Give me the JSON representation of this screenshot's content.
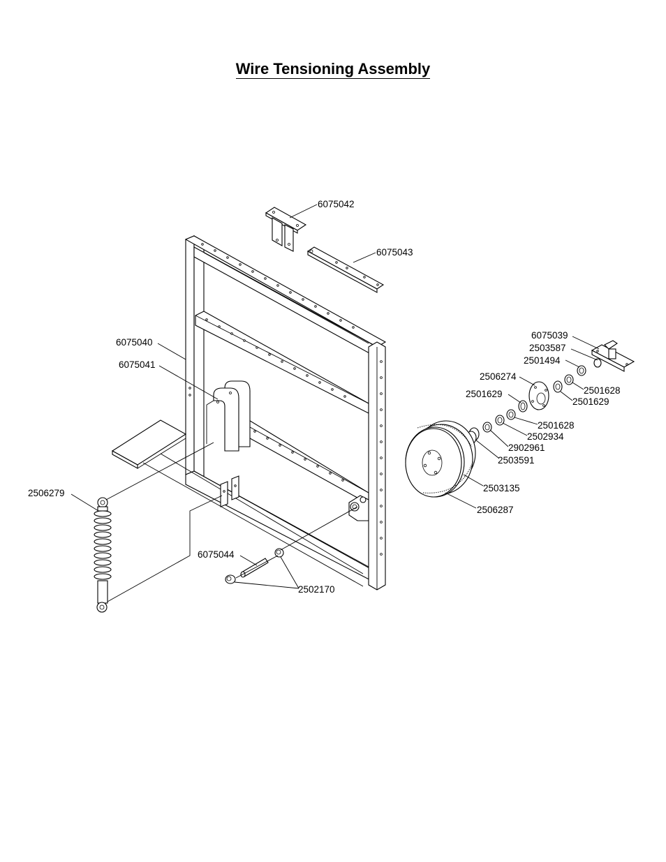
{
  "title": "Wire Tensioning Assembly",
  "parts": {
    "p6075042": "6075042",
    "p6075043": "6075043",
    "p6075040": "6075040",
    "p6075041": "6075041",
    "p6075039": "6075039",
    "p2503587": "2503587",
    "p2501494": "2501494",
    "p2506274": "2506274",
    "p2501628a": "2501628",
    "p2501629a": "2501629",
    "p2501629b": "2501629",
    "p2501628b": "2501628",
    "p2502934": "2502934",
    "p2902961": "2902961",
    "p2503591": "2503591",
    "p2503135": "2503135",
    "p2506287": "2506287",
    "p2506279": "2506279",
    "p6075044": "6075044",
    "p2502170": "2502170"
  }
}
